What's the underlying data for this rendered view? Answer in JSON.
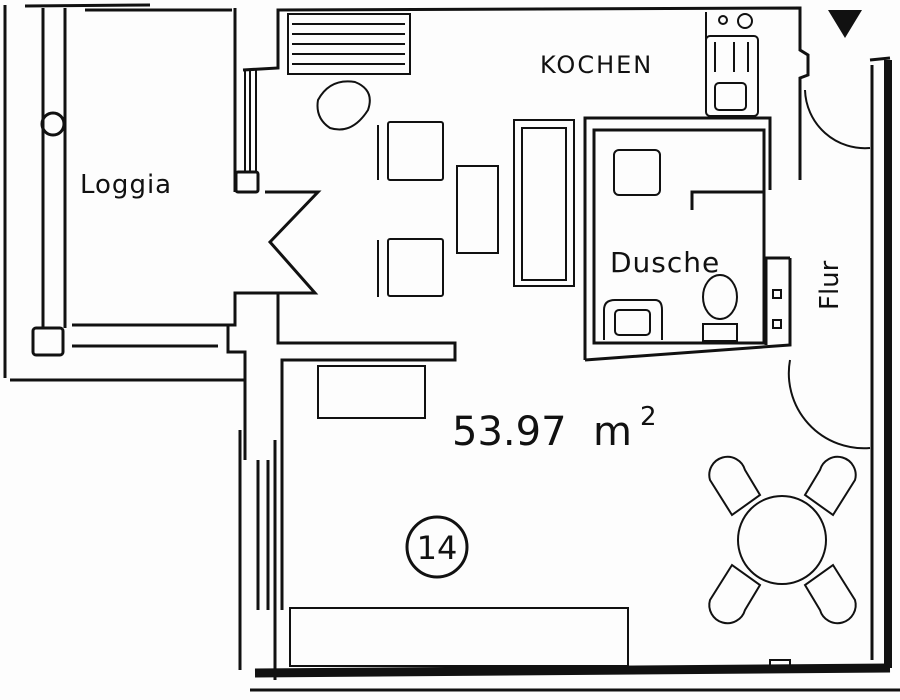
{
  "rooms": {
    "kitchen": "KOCHEN",
    "loggia": "Loggia",
    "shower": "Dusche",
    "hall": "Flur"
  },
  "area": {
    "value": "53.97",
    "unit": "m",
    "exponent": "2"
  },
  "unit_number": "14",
  "icons": [
    "north-arrow-icon"
  ],
  "colors": {
    "ink": "#111111",
    "paper": "#fdfdfd"
  }
}
